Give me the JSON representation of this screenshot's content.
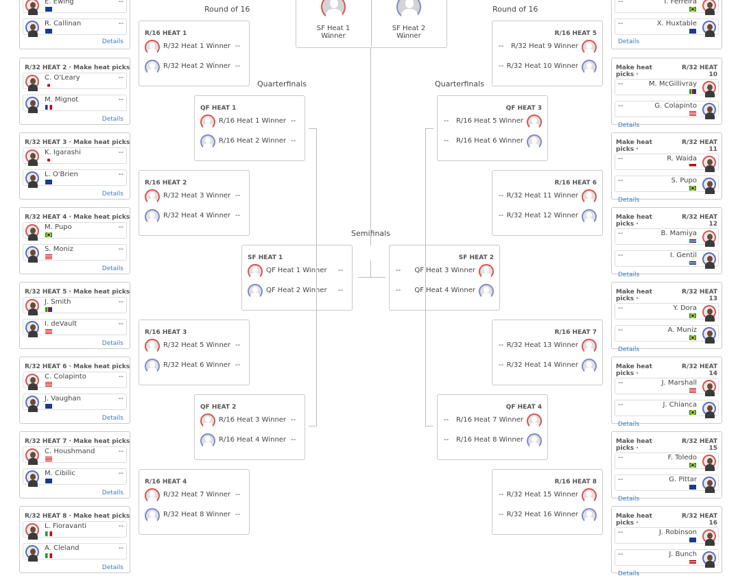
{
  "left_heats": [
    {
      "header": "",
      "rows": [
        {
          "name": "E. Ewing",
          "flag": "au",
          "score": "--"
        },
        {
          "name": "R. Callinan",
          "flag": "au",
          "score": "--"
        }
      ],
      "details": "Details"
    },
    {
      "header": "R/32 HEAT 2 · Make heat picks",
      "rows": [
        {
          "name": "C. O'Leary",
          "flag": "jp",
          "score": "--"
        },
        {
          "name": "M. Mignot",
          "flag": "fr",
          "score": "--"
        }
      ],
      "details": "Details"
    },
    {
      "header": "R/32 HEAT 3 · Make heat picks",
      "rows": [
        {
          "name": "K. Igarashi",
          "flag": "jp",
          "score": "--"
        },
        {
          "name": "L. O'Brien",
          "flag": "au",
          "score": "--"
        }
      ],
      "details": "Details"
    },
    {
      "header": "R/32 HEAT 4 · Make heat picks",
      "rows": [
        {
          "name": "M. Pupo",
          "flag": "br",
          "score": "--"
        },
        {
          "name": "S. Moniz",
          "flag": "us",
          "score": "--"
        }
      ],
      "details": "Details"
    },
    {
      "header": "R/32 HEAT 5 · Make heat picks",
      "rows": [
        {
          "name": "J. Smith",
          "flag": "za",
          "score": "--"
        },
        {
          "name": "I. deVault",
          "flag": "us",
          "score": "--"
        }
      ],
      "details": "Details"
    },
    {
      "header": "R/32 HEAT 6 · Make heat picks",
      "rows": [
        {
          "name": "C. Colapinto",
          "flag": "us",
          "score": "--"
        },
        {
          "name": "J. Vaughan",
          "flag": "au",
          "score": "--"
        }
      ],
      "details": "Details"
    },
    {
      "header": "R/32 HEAT 7 · Make heat picks",
      "rows": [
        {
          "name": "C. Houshmand",
          "flag": "us",
          "score": "--"
        },
        {
          "name": "M. Cibilic",
          "flag": "au",
          "score": "--"
        }
      ],
      "details": "Details"
    },
    {
      "header": "R/32 HEAT 8 · Make heat picks",
      "rows": [
        {
          "name": "L. Fioravanti",
          "flag": "it",
          "score": "--"
        },
        {
          "name": "A. Cleland",
          "flag": "mx",
          "score": "--"
        }
      ],
      "details": "Details"
    }
  ],
  "right_heats": [
    {
      "header_left": "",
      "header_right": "",
      "rows": [
        {
          "name": "I. Ferreira",
          "flag": "br",
          "score": "--"
        },
        {
          "name": "X. Huxtable",
          "flag": "au",
          "score": "--"
        }
      ],
      "details": "Details"
    },
    {
      "header_left": "Make heat\npicks ·",
      "header_right": "R/32 HEAT\n10",
      "rows": [
        {
          "name": "M. McGillivray",
          "flag": "za",
          "score": "--"
        },
        {
          "name": "G. Colapinto",
          "flag": "us",
          "score": "--"
        }
      ],
      "details": "Details"
    },
    {
      "header_left": "Make heat\npicks ·",
      "header_right": "R/32 HEAT\n11",
      "rows": [
        {
          "name": "R. Waida",
          "flag": "id",
          "score": "--"
        },
        {
          "name": "S. Pupo",
          "flag": "br",
          "score": "--"
        }
      ],
      "details": "Details"
    },
    {
      "header_left": "Make heat\npicks ·",
      "header_right": "R/32 HEAT\n12",
      "rows": [
        {
          "name": "B. Mamiya",
          "flag": "hi",
          "score": "--"
        },
        {
          "name": "I. Gentil",
          "flag": "hi",
          "score": "--"
        }
      ],
      "details": "Details"
    },
    {
      "header_left": "Make heat\npicks ·",
      "header_right": "R/32 HEAT\n13",
      "rows": [
        {
          "name": "Y. Dora",
          "flag": "br",
          "score": "--"
        },
        {
          "name": "A. Muniz",
          "flag": "br",
          "score": "--"
        }
      ],
      "details": "Details"
    },
    {
      "header_left": "Make heat\npicks ·",
      "header_right": "R/32 HEAT\n14",
      "rows": [
        {
          "name": "J. Marshall",
          "flag": "us",
          "score": "--"
        },
        {
          "name": "J. Chianca",
          "flag": "br",
          "score": "--"
        }
      ],
      "details": "Details"
    },
    {
      "header_left": "Make heat\npicks ·",
      "header_right": "R/32 HEAT\n15",
      "rows": [
        {
          "name": "F. Toledo",
          "flag": "br",
          "score": "--"
        },
        {
          "name": "G. Pittar",
          "flag": "au",
          "score": "--"
        }
      ],
      "details": "Details"
    },
    {
      "header_left": "Make heat\npicks ·",
      "header_right": "R/32 HEAT\n16",
      "rows": [
        {
          "name": "J. Robinson",
          "flag": "au",
          "score": "--"
        },
        {
          "name": "J. Bunch",
          "flag": "hi",
          "score": "--"
        }
      ],
      "details": "Details"
    }
  ],
  "round_titles": {
    "r16_left": "Round of 16",
    "r16_right": "Round of 16",
    "qf_left": "Quarterfinals",
    "qf_right": "Quarterfinals",
    "sf": "Semifinals"
  },
  "r16_left": [
    {
      "header": "R/16 HEAT 1",
      "rows": [
        {
          "name": "R/32 Heat 1 Winner",
          "score": "--"
        },
        {
          "name": "R/32 Heat 2 Winner",
          "score": "--"
        }
      ]
    },
    {
      "header": "R/16 HEAT 2",
      "rows": [
        {
          "name": "R/32 Heat 3 Winner",
          "score": "--"
        },
        {
          "name": "R/32 Heat 4 Winner",
          "score": "--"
        }
      ]
    },
    {
      "header": "R/16 HEAT 3",
      "rows": [
        {
          "name": "R/32 Heat 5 Winner",
          "score": "--"
        },
        {
          "name": "R/32 Heat 6 Winner",
          "score": "--"
        }
      ]
    },
    {
      "header": "R/16 HEAT 4",
      "rows": [
        {
          "name": "R/32 Heat 7 Winner",
          "score": "--"
        },
        {
          "name": "R/32 Heat 8 Winner",
          "score": "--"
        }
      ]
    }
  ],
  "r16_right": [
    {
      "header": "R/16 HEAT 5",
      "rows": [
        {
          "name": "R/32 Heat 9 Winner",
          "score": "--"
        },
        {
          "name": "R/32 Heat 10 Winner",
          "score": "--"
        }
      ]
    },
    {
      "header": "R/16 HEAT 6",
      "rows": [
        {
          "name": "R/32 Heat 11 Winner",
          "score": "--"
        },
        {
          "name": "R/32 Heat 12 Winner",
          "score": "--"
        }
      ]
    },
    {
      "header": "R/16 HEAT 7",
      "rows": [
        {
          "name": "R/32 Heat 13 Winner",
          "score": "--"
        },
        {
          "name": "R/32 Heat 14 Winner",
          "score": "--"
        }
      ]
    },
    {
      "header": "R/16 HEAT 8",
      "rows": [
        {
          "name": "R/32 Heat 15 Winner",
          "score": "--"
        },
        {
          "name": "R/32 Heat 16 Winner",
          "score": "--"
        }
      ]
    }
  ],
  "qf_left": [
    {
      "header": "QF HEAT 1",
      "rows": [
        {
          "name": "R/16 Heat 1 Winner",
          "score": "--"
        },
        {
          "name": "R/16 Heat 2 Winner",
          "score": "--"
        }
      ]
    },
    {
      "header": "QF HEAT 2",
      "rows": [
        {
          "name": "R/16 Heat 3 Winner",
          "score": "--"
        },
        {
          "name": "R/16 Heat 4 Winner",
          "score": "--"
        }
      ]
    }
  ],
  "qf_right": [
    {
      "header": "QF HEAT 3",
      "rows": [
        {
          "name": "R/16 Heat 5 Winner",
          "score": "--"
        },
        {
          "name": "R/16 Heat 6 Winner",
          "score": "--"
        }
      ]
    },
    {
      "header": "QF HEAT 4",
      "rows": [
        {
          "name": "R/16 Heat 7 Winner",
          "score": "--"
        },
        {
          "name": "R/16 Heat 8 Winner",
          "score": "--"
        }
      ]
    }
  ],
  "sf": [
    {
      "header": "SF HEAT 1",
      "rows": [
        {
          "name": "QF Heat 1 Winner",
          "score": "--"
        },
        {
          "name": "QF Heat 2 Winner",
          "score": "--"
        }
      ]
    },
    {
      "header": "SF HEAT 2",
      "rows": [
        {
          "name": "QF Heat 3 Winner",
          "score": "--"
        },
        {
          "name": "QF Heat 4 Winner",
          "score": "--"
        }
      ]
    }
  ],
  "final": [
    {
      "name": "SF Heat 1 Winner",
      "score": "--"
    },
    {
      "name": "SF Heat 2 Winner",
      "score": "--"
    }
  ],
  "colors": {
    "red": "#d9534f",
    "blue": "#5b6bc0",
    "link": "#3b7bbf",
    "border": "#c8c8c8"
  }
}
